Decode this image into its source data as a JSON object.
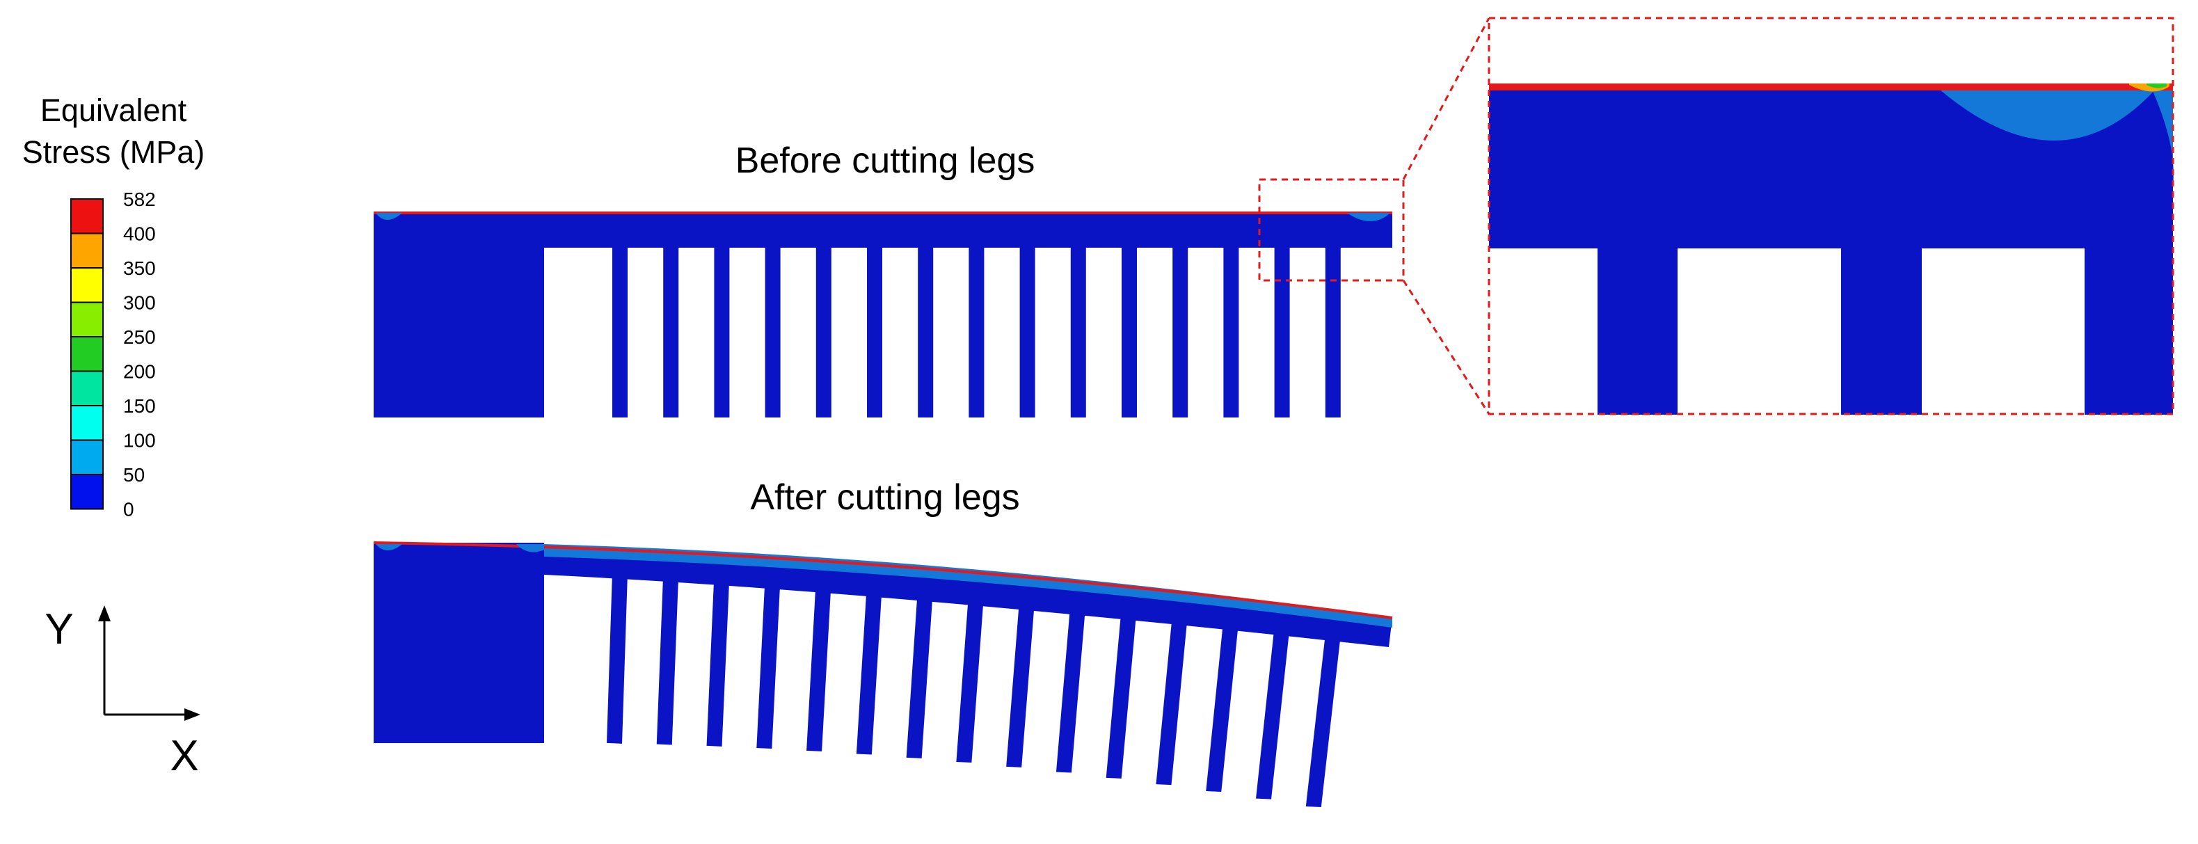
{
  "legend": {
    "title_line1": "Equivalent",
    "title_line2": "Stress (MPa)",
    "ticks": [
      "582",
      "400",
      "350",
      "300",
      "250",
      "200",
      "150",
      "100",
      "50",
      "0"
    ],
    "bands": [
      {
        "from": 400,
        "to": 582,
        "color": "#ee1111"
      },
      {
        "from": 350,
        "to": 400,
        "color": "#ffa500"
      },
      {
        "from": 300,
        "to": 350,
        "color": "#ffff00"
      },
      {
        "from": 250,
        "to": 300,
        "color": "#88ee00"
      },
      {
        "from": 200,
        "to": 250,
        "color": "#22cc22"
      },
      {
        "from": 150,
        "to": 200,
        "color": "#00e6a0"
      },
      {
        "from": 100,
        "to": 150,
        "color": "#00ffee"
      },
      {
        "from": 50,
        "to": 100,
        "color": "#00aaee"
      },
      {
        "from": 0,
        "to": 50,
        "color": "#0011ee"
      }
    ]
  },
  "top_panel": {
    "title": "Before cutting legs"
  },
  "bottom_panel": {
    "title": "After cutting legs"
  },
  "axes": {
    "y": "Y",
    "x": "X"
  },
  "colors": {
    "body": "#0a14c4",
    "surface_layer": "#1478d8",
    "surface_edge": "#e31a1c",
    "highlight": "#e31a1c"
  }
}
